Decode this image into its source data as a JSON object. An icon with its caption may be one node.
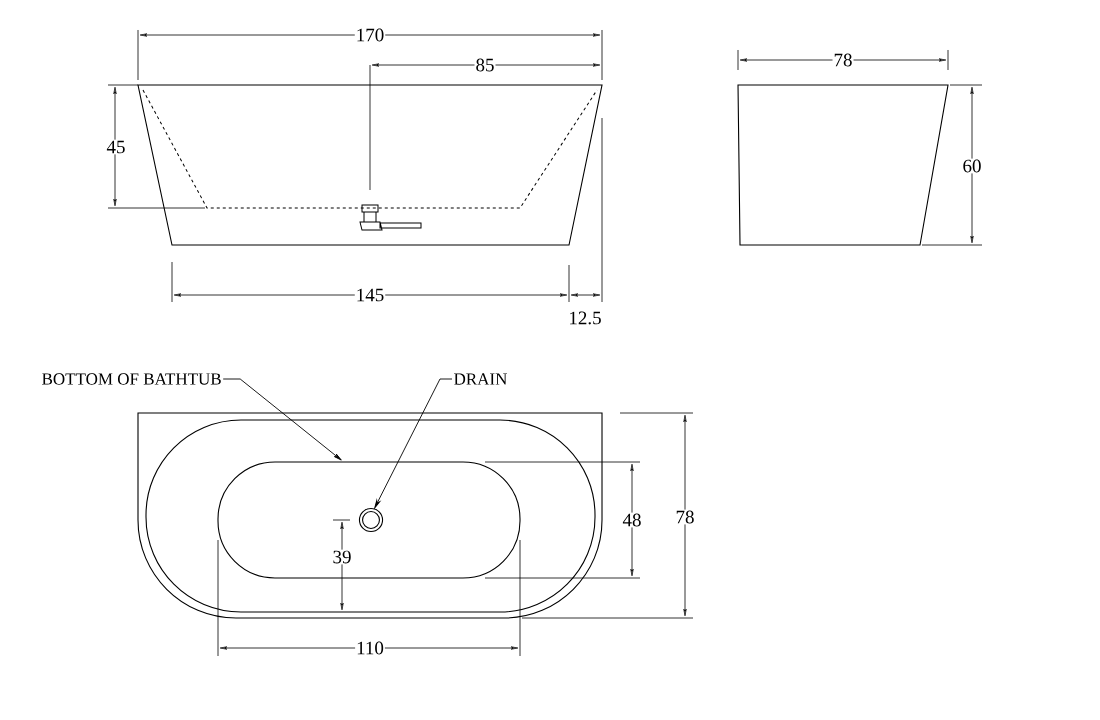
{
  "diagram": {
    "nodes": [
      {
        "text": [
          "BOTTOM OF BATHTUB"
        ]
      },
      {
        "text": [],
        "shape": "box"
      },
      {
        "text": [
          "DRAIN"
        ]
      },
      {
        "text": [],
        "shape": "circle",
        "in": 1
      }
    ],
    "edges": [
      {
        "from": 0,
        "to": 1,
        "arrow": "to"
      },
      {
        "from": 2,
        "to": 3,
        "arrow": "to"
      }
    ],
    "labels": [
      "170",
      "78",
      "85",
      "45",
      "60",
      "145",
      "12.5",
      "48",
      "78",
      "39",
      "110"
    ]
  }
}
